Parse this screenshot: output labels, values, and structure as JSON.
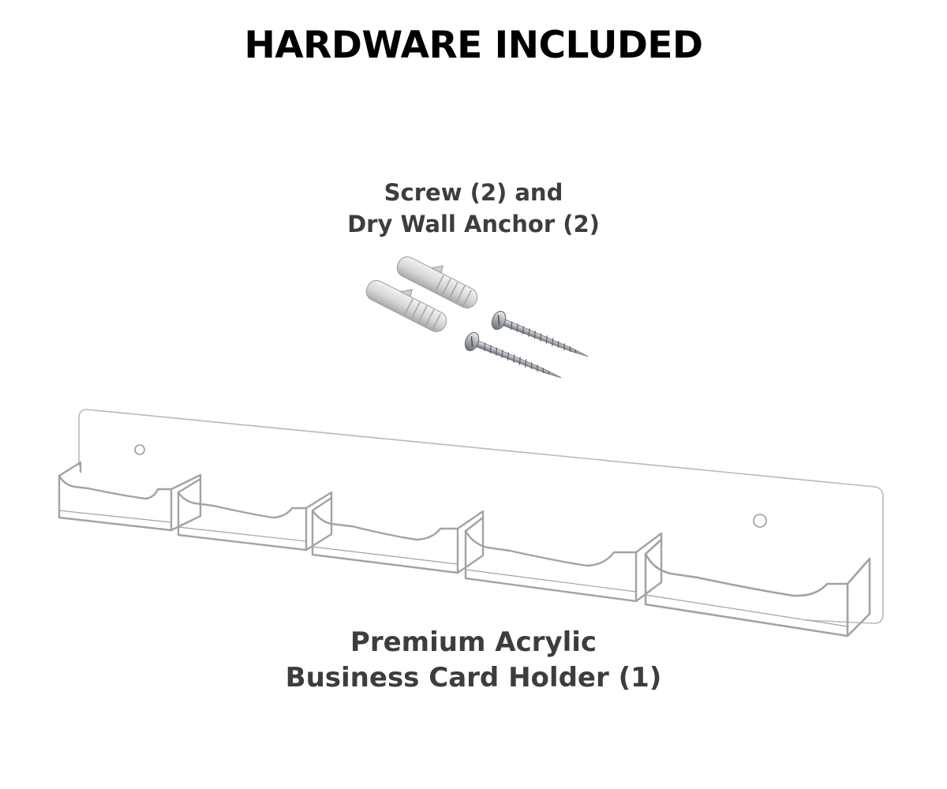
{
  "title": "HARDWARE INCLUDED",
  "hardware": {
    "line1": "Screw (2) and",
    "line2": "Dry Wall Anchor (2)",
    "anchor_count": 2,
    "screw_count": 2
  },
  "holder": {
    "line1": "Premium Acrylic",
    "line2": "Business Card Holder (1)",
    "pocket_count": 5,
    "mount_hole_count": 2
  },
  "colors": {
    "title": "#000000",
    "caption": "#3d3d3d",
    "acrylic_edge": "#9a9a9a",
    "anchor_fill": "#d8d8d8",
    "screw_fill": "#a8adb3"
  }
}
